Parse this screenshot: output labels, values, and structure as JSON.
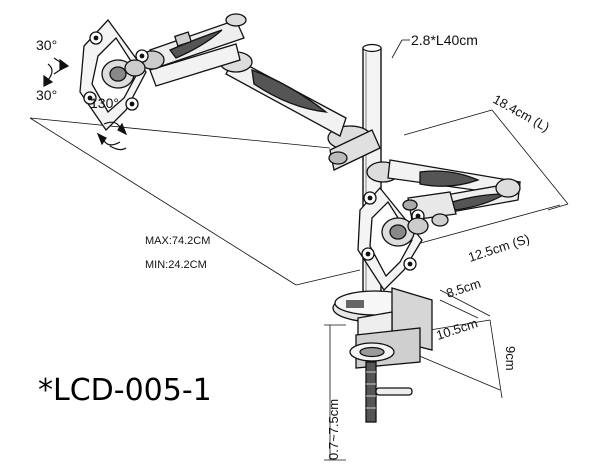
{
  "labels": {
    "tilt_up": "30°",
    "tilt_down": "30°",
    "swivel": "130°",
    "pole_size": "2.8*L40cm",
    "arm_long": "18.4cm (L)",
    "arm_short": "12.5cm (S)",
    "reach_max": "MAX:74.2CM",
    "reach_min": "MIN:24.2CM",
    "clamp_depth": "8.5cm",
    "clamp_width": "10.5cm",
    "clamp_height": "9cm",
    "desk_thickness": "0.7~7.5cm"
  },
  "model": "*LCD-005-1",
  "colors": {
    "line": "#111111",
    "fill_light": "#f4f4f4",
    "fill_mid": "#cfcfcf",
    "fill_dark": "#555555"
  }
}
